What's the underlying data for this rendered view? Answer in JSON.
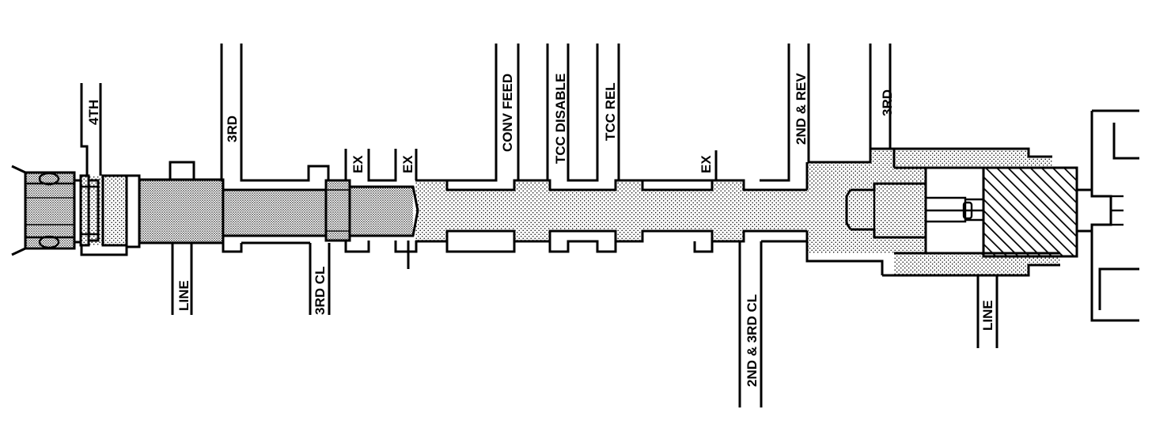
{
  "diagram": {
    "labels": {
      "fourth": "4TH",
      "third_top": "3RD",
      "ex1": "EX",
      "ex2": "EX",
      "conv_feed": "CONV FEED",
      "tcc_disable": "TCC DISABLE",
      "tcc_rel": "TCC REL",
      "ex3": "EX",
      "second_rev": "2ND & REV",
      "third_right": "3RD",
      "line_left": "LINE",
      "third_cl": "3RD CL",
      "second_third_cl": "2ND & 3RD CL",
      "line_right": "LINE"
    }
  }
}
